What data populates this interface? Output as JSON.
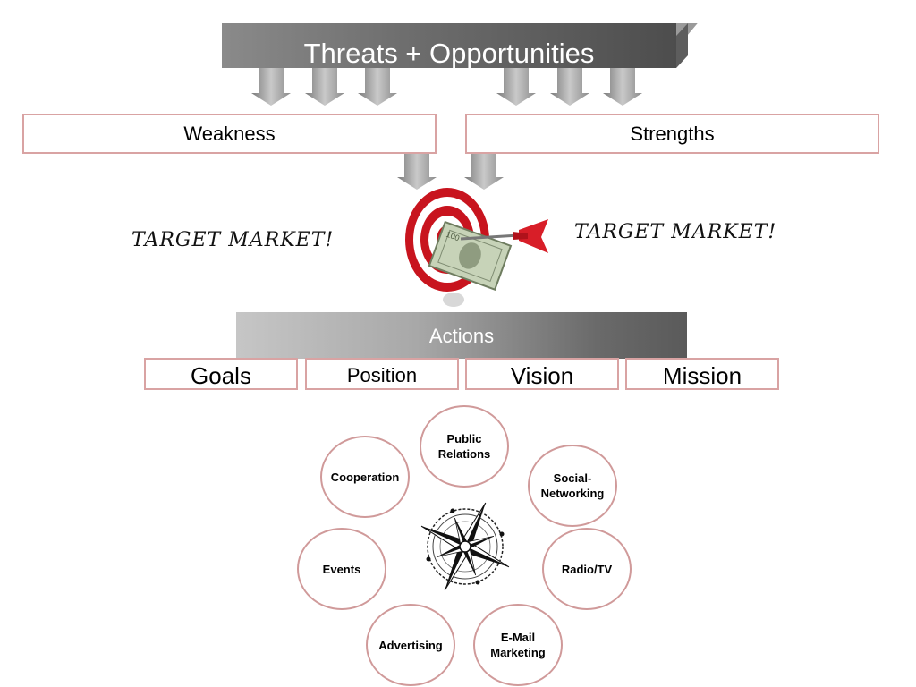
{
  "banner": {
    "title": "Threats + Opportunities"
  },
  "weakness_label": "Weakness",
  "strengths_label": "Strengths",
  "target": {
    "left_text": "TARGET MARKET!",
    "right_text": "TARGET MARKET!"
  },
  "actions": {
    "title": "Actions",
    "items": [
      "Goals",
      "Position",
      "Vision",
      "Mission"
    ]
  },
  "channels": [
    "Public\nRelations",
    "Social-\nNetworking",
    "Radio/TV",
    "E-Mail\nMarketing",
    "Advertising",
    "Events",
    "Cooperation"
  ],
  "colors": {
    "box_border": "#d9a3a3",
    "target_red": "#c8141e",
    "banner_gray": "#6e6e6e"
  },
  "icons": [
    "down-arrow-icon",
    "target-dart-icon",
    "compass-rose-icon"
  ]
}
